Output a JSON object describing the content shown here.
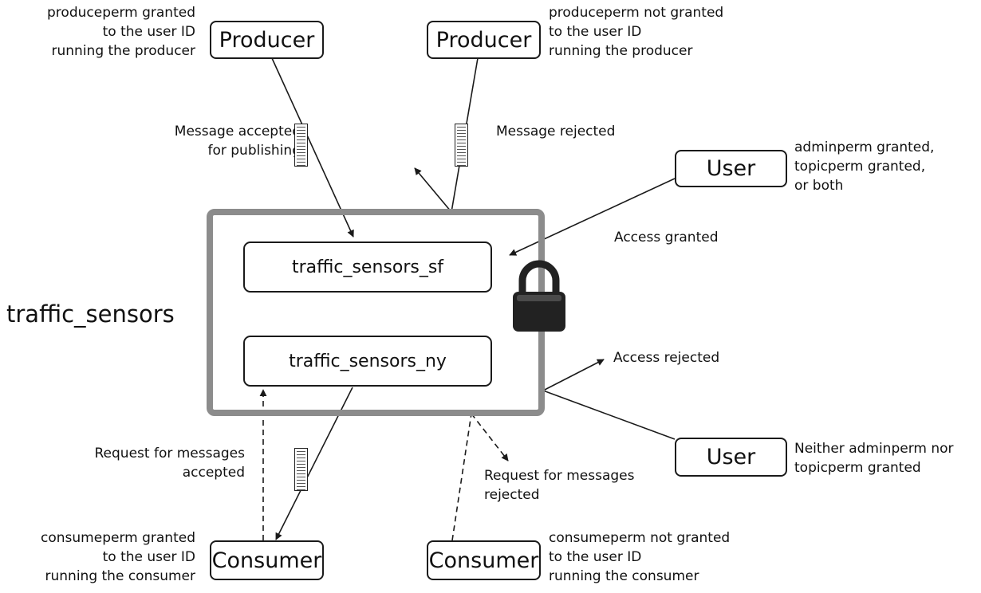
{
  "topic": {
    "name": "traffic_sensors",
    "subtopics": [
      "traffic_sensors_sf",
      "traffic_sensors_ny"
    ]
  },
  "actors": {
    "producer_accepted": "Producer",
    "producer_rejected": "Producer",
    "user_granted": "User",
    "user_rejected": "User",
    "consumer_accepted": "Consumer",
    "consumer_rejected": "Consumer"
  },
  "notes": {
    "producer_granted": "produceperm granted\nto the user ID\nrunning the producer",
    "producer_not_granted": "produceperm not granted\nto the user ID\nrunning the producer",
    "user_granted": "adminperm granted,\ntopicperm granted,\nor both",
    "user_not_granted": "Neither adminperm nor\ntopicperm granted",
    "consumer_granted": "consumeperm granted\nto the user ID\nrunning the consumer",
    "consumer_not_granted": "consumeperm not granted\nto the user ID\nrunning the consumer"
  },
  "labels": {
    "message_accepted": "Message accepted\nfor publishing",
    "message_rejected": "Message rejected",
    "access_granted": "Access granted",
    "access_rejected": "Access rejected",
    "request_accepted": "Request for messages\naccepted",
    "request_rejected": "Request for messages\nrejected"
  },
  "icons": {
    "lock": "padlock-icon",
    "message": "message-document-icon"
  },
  "colors": {
    "line": "#1a1a1a",
    "container_border": "#8c8c8c",
    "lock_body": "#222222"
  }
}
